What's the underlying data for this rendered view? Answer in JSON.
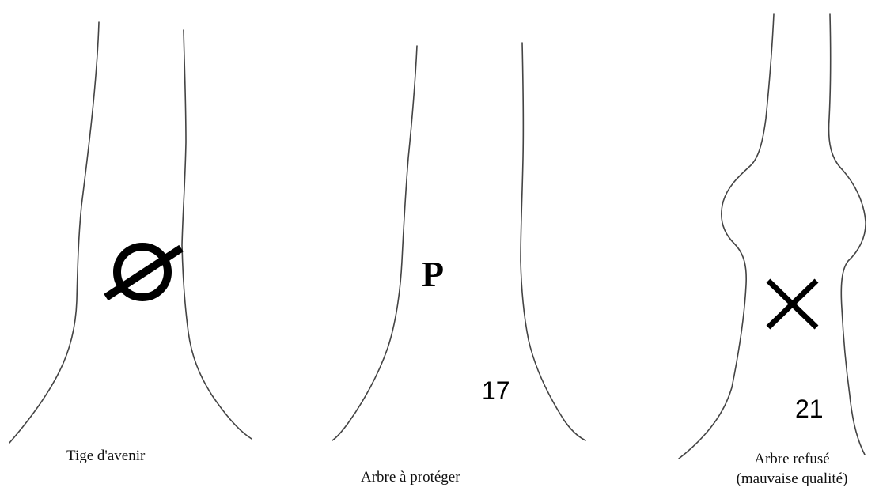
{
  "trees": [
    {
      "caption": "Tige d'avenir",
      "marking": "diameter-symbol-icon"
    },
    {
      "caption": "Arbre à protéger",
      "marking_text": "P",
      "number": "17"
    },
    {
      "caption_lines": [
        "Arbre refusé",
        "(mauvaise qualité)"
      ],
      "marking": "cross-icon",
      "number": "21"
    }
  ],
  "colors": {
    "outline": "#444444",
    "marking": "#000000",
    "text": "#111111"
  }
}
